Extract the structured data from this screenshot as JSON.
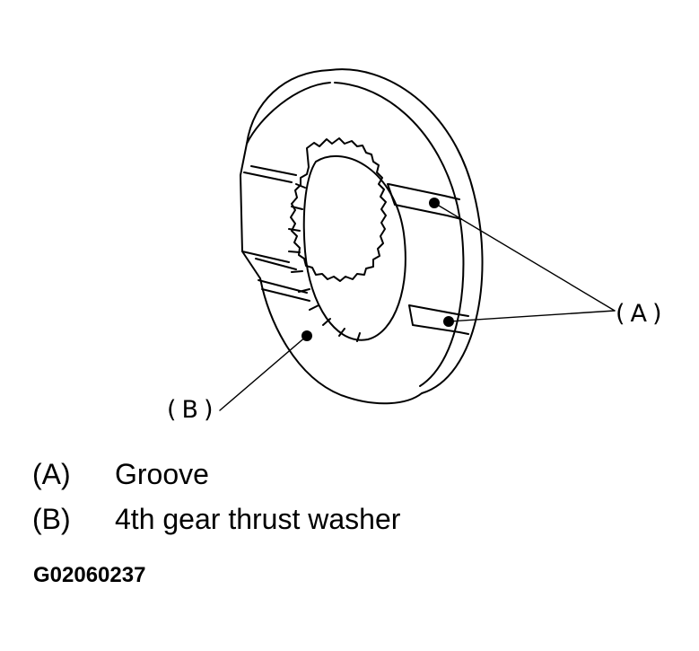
{
  "callouts": {
    "a": "(A)",
    "b": "(B)"
  },
  "legend": [
    {
      "key": "(A)",
      "label": "Groove"
    },
    {
      "key": "(B)",
      "label": "4th gear thrust washer"
    }
  ],
  "figure_id": "G02060237",
  "colors": {
    "line": "#000000",
    "background": "#ffffff"
  }
}
